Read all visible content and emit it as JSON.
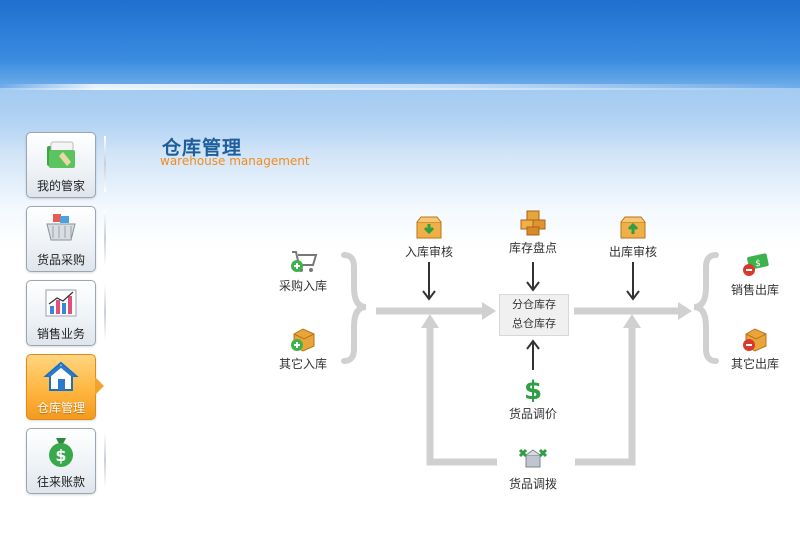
{
  "sidebar": {
    "items": [
      {
        "label": "我的管家",
        "icon": "folder-icon"
      },
      {
        "label": "货品采购",
        "icon": "basket-icon"
      },
      {
        "label": "销售业务",
        "icon": "chart-icon"
      },
      {
        "label": "仓库管理",
        "icon": "home-icon",
        "active": true
      },
      {
        "label": "往来账款",
        "icon": "money-bag-icon"
      }
    ]
  },
  "page": {
    "title_cn": "仓库管理",
    "title_en": "warehouse management"
  },
  "flow": {
    "purchase_in": "采购入库",
    "other_in": "其它入库",
    "in_audit": "入库审核",
    "stocktake": "库存盘点",
    "out_audit": "出库审核",
    "branch_stock": "分仓库存",
    "total_stock": "总仓库存",
    "price_adjust": "货品调价",
    "transfer": "货品调拨",
    "sales_out": "销售出库",
    "other_out": "其它出库"
  },
  "colors": {
    "accent": "#f08c1e",
    "title_blue": "#1f5e9c",
    "arrow_gray": "#cfcfcf",
    "banner_blue": "#2f80d8"
  }
}
